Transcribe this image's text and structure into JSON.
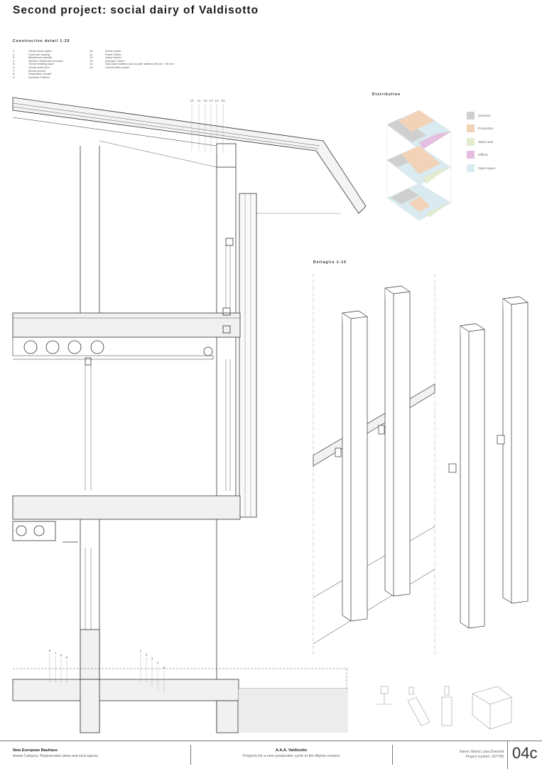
{
  "title": "Second project: social dairy of Valdisotto",
  "constructive_detail": {
    "heading": "Constructive detail  1:20",
    "items_left": [
      {
        "n": "1.",
        "label": "25mm stone slabs"
      },
      {
        "n": "2.",
        "label": "Concrete casting"
      },
      {
        "n": "3.",
        "label": "Bituminous sheath"
      },
      {
        "n": "4.",
        "label": "300mm reinforced concrete"
      },
      {
        "n": "5.",
        "label": "75mm bedding layer"
      },
      {
        "n": "6.",
        "label": "10mm resin floor"
      },
      {
        "n": "7.",
        "label": "80mm screed"
      },
      {
        "n": "8.",
        "label": "Separation sheath"
      },
      {
        "n": "9.",
        "label": "Insulator 100mm"
      }
    ],
    "items_right": [
      {
        "n": "10.",
        "label": "00mm beam"
      },
      {
        "n": "11.",
        "label": "Panel 20mm"
      },
      {
        "n": "12.",
        "label": "Vapor barrier"
      },
      {
        "n": "13.",
        "label": "Insulator 15mm"
      },
      {
        "n": "14.",
        "label": "Sub-base battens and counter battens 40mm + 30 mm"
      },
      {
        "n": "15.",
        "label": "Cement fiber panel"
      }
    ],
    "callouts_top": [
      "10",
      "11",
      "12",
      "13",
      "14",
      "15"
    ],
    "callouts_mid": [
      "6",
      "7",
      "8",
      "9"
    ],
    "callouts_bottom": [
      "1",
      "2",
      "3",
      "4",
      "5"
    ]
  },
  "distribution": {
    "heading": "Distribution",
    "legend": [
      {
        "label": "Services",
        "color": "#cfcfcf"
      },
      {
        "label": "Production",
        "color": "#f3d3b8"
      },
      {
        "label": "Sales area",
        "color": "#e3ecce"
      },
      {
        "label": "Offices",
        "color": "#e4bde0"
      },
      {
        "label": "Open space",
        "color": "#d9ebf0"
      }
    ]
  },
  "detail": {
    "heading": "Dettaglio 1:10"
  },
  "footer": {
    "left_title": "New European Bauhaus",
    "left_sub": "Award Category: Regenerated urban and rural spaces",
    "center_title": "A.A.A. Valdisotto",
    "center_sub": "Projects for a new production cycle in the Alpine context",
    "name": "Name: Maria Luisa Demonti",
    "project_number": "Project number: 267768",
    "page": "04c"
  }
}
